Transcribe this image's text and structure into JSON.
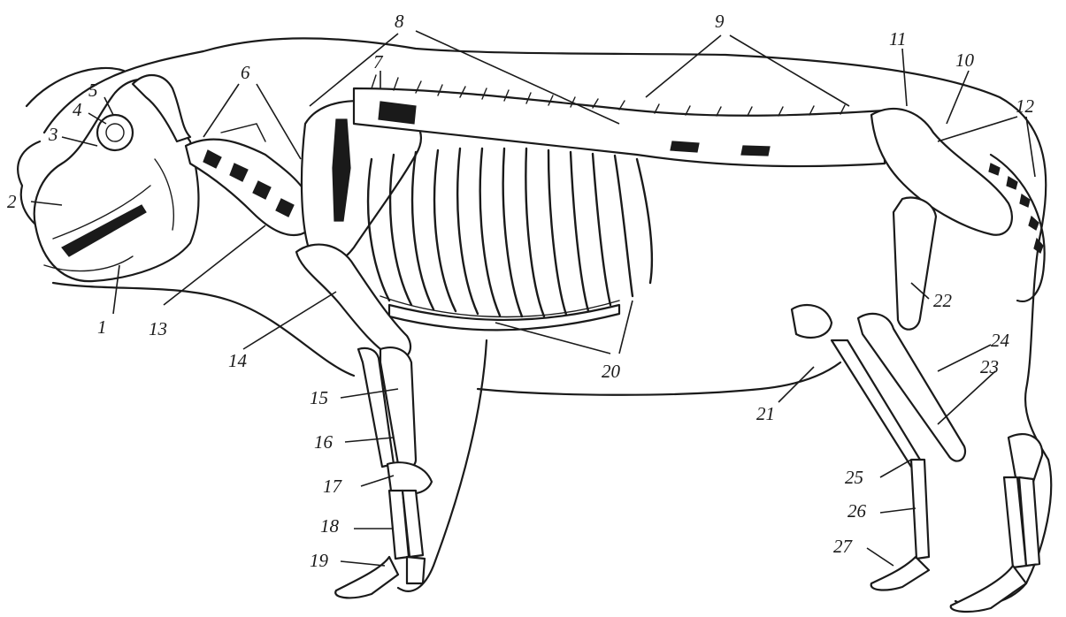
{
  "diagram": {
    "labels": [
      {
        "id": "l1",
        "text": "1"
      },
      {
        "id": "l2",
        "text": "2"
      },
      {
        "id": "l3",
        "text": "3"
      },
      {
        "id": "l4",
        "text": "4"
      },
      {
        "id": "l5",
        "text": "5"
      },
      {
        "id": "l6",
        "text": "6"
      },
      {
        "id": "l7",
        "text": "7"
      },
      {
        "id": "l8",
        "text": "8"
      },
      {
        "id": "l9",
        "text": "9"
      },
      {
        "id": "l10",
        "text": "10"
      },
      {
        "id": "l11",
        "text": "11"
      },
      {
        "id": "l12",
        "text": "12"
      },
      {
        "id": "l13",
        "text": "13"
      },
      {
        "id": "l14",
        "text": "14"
      },
      {
        "id": "l15",
        "text": "15"
      },
      {
        "id": "l16",
        "text": "16"
      },
      {
        "id": "l17",
        "text": "17"
      },
      {
        "id": "l18",
        "text": "18"
      },
      {
        "id": "l19",
        "text": "19"
      },
      {
        "id": "l20",
        "text": "20"
      },
      {
        "id": "l21",
        "text": "21"
      },
      {
        "id": "l22",
        "text": "22"
      },
      {
        "id": "l23",
        "text": "23"
      },
      {
        "id": "l24",
        "text": "24"
      },
      {
        "id": "l25",
        "text": "25"
      },
      {
        "id": "l26",
        "text": "26"
      },
      {
        "id": "l27",
        "text": "27"
      }
    ]
  }
}
